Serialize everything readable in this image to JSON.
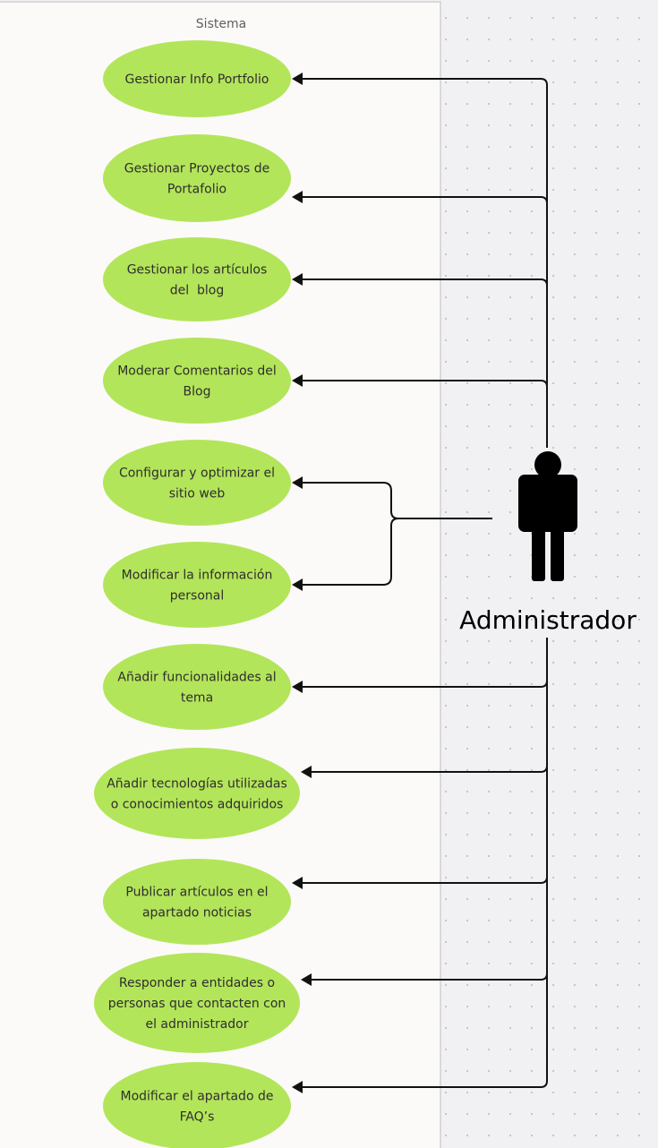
{
  "system": {
    "title": "Sistema"
  },
  "actor": {
    "name": "Administrador"
  },
  "colors": {
    "use_case_fill": "#b3e55a",
    "edge": "#111111",
    "actor": "#000000"
  },
  "use_cases": [
    {
      "lines": [
        "Gestionar Info Portfolio"
      ]
    },
    {
      "lines": [
        "Gestionar Proyectos de",
        "Portafolio"
      ]
    },
    {
      "lines": [
        "Gestionar los artículos",
        "del  blog"
      ]
    },
    {
      "lines": [
        "Moderar Comentarios del",
        "Blog"
      ]
    },
    {
      "lines": [
        "Configurar y optimizar el",
        "sitio web"
      ]
    },
    {
      "lines": [
        "Modificar la información",
        "personal"
      ]
    },
    {
      "lines": [
        "Añadir funcionalidades al",
        "tema"
      ]
    },
    {
      "lines": [
        "Añadir tecnologías utilizadas",
        "o conocimientos adquiridos"
      ]
    },
    {
      "lines": [
        "Publicar artículos en el",
        "apartado noticias"
      ]
    },
    {
      "lines": [
        "Responder a entidades o",
        "personas que contacten con",
        "el administrador"
      ]
    },
    {
      "lines": [
        "Modificar el apartado de",
        "FAQ’s"
      ]
    }
  ]
}
